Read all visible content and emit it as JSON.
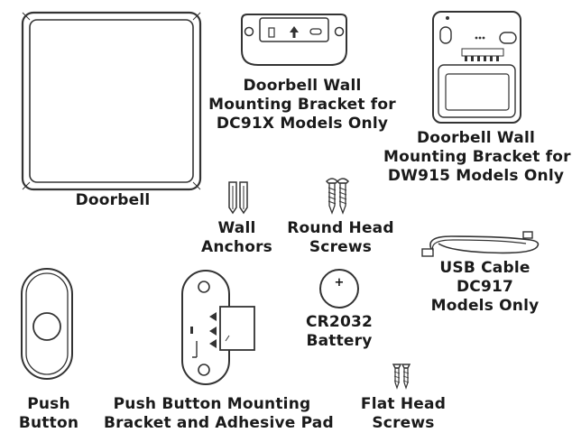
{
  "doorbell": {
    "label": "Doorbell"
  },
  "bracket_dc91x": {
    "lines": [
      "Doorbell Wall",
      "Mounting Bracket for",
      "DC91X Models Only"
    ]
  },
  "bracket_dw915": {
    "lines": [
      "Doorbell Wall",
      "Mounting Bracket for",
      "DW915 Models Only"
    ]
  },
  "wall_anchors": {
    "lines": [
      "Wall",
      "Anchors"
    ]
  },
  "round_head_screws": {
    "lines": [
      "Round Head",
      "Screws"
    ]
  },
  "usb_cable": {
    "lines": [
      "USB Cable",
      "DC917",
      "Models Only"
    ]
  },
  "battery": {
    "lines": [
      "CR2032",
      "Battery"
    ],
    "symbol": "+"
  },
  "push_button": {
    "lines": [
      "Push",
      "Button"
    ]
  },
  "push_button_bracket": {
    "lines": [
      "Push Button Mounting",
      "Bracket and Adhesive Pad"
    ]
  },
  "flat_head_screws": {
    "lines": [
      "Flat Head",
      "Screws"
    ]
  }
}
